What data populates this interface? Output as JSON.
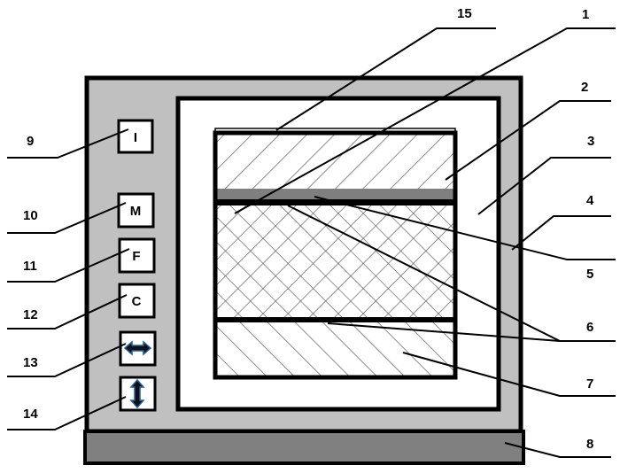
{
  "colors": {
    "panel": "#c0c0c0",
    "base": "#808080",
    "strip": "#7f7f7f",
    "arrow": "#1f5fa8"
  },
  "buttons": [
    {
      "label": "I",
      "ref": "9"
    },
    {
      "label": "M",
      "ref": "10"
    },
    {
      "label": "F",
      "ref": "11"
    },
    {
      "label": "C",
      "ref": "12"
    },
    {
      "label": "",
      "icon": "horizontal-arrow-icon",
      "ref": "13"
    },
    {
      "label": "",
      "icon": "vertical-arrow-icon",
      "ref": "14"
    }
  ],
  "refs": {
    "r1": "1",
    "r2": "2",
    "r3": "3",
    "r4": "4",
    "r5": "5",
    "r6": "6",
    "r7": "7",
    "r8": "8",
    "r9": "9",
    "r10": "10",
    "r11": "11",
    "r12": "12",
    "r13": "13",
    "r14": "14",
    "r15": "15"
  }
}
